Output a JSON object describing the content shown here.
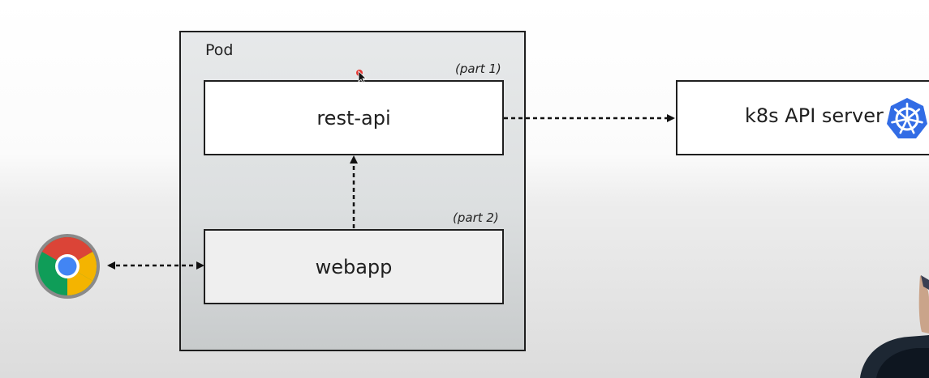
{
  "diagram": {
    "pod_label": "Pod",
    "rest_api_label": "rest-api",
    "webapp_label": "webapp",
    "part1_label": "(part 1)",
    "part2_label": "(part 2)",
    "k8s_label": "k8s API server"
  },
  "icons": {
    "browser": "chrome-icon",
    "k8s": "kubernetes-icon"
  },
  "colors": {
    "k8s_blue": "#326ce5",
    "chrome_red": "#db4437",
    "chrome_green": "#0f9d58",
    "chrome_yellow": "#f4b400",
    "chrome_blue": "#4285f4"
  }
}
